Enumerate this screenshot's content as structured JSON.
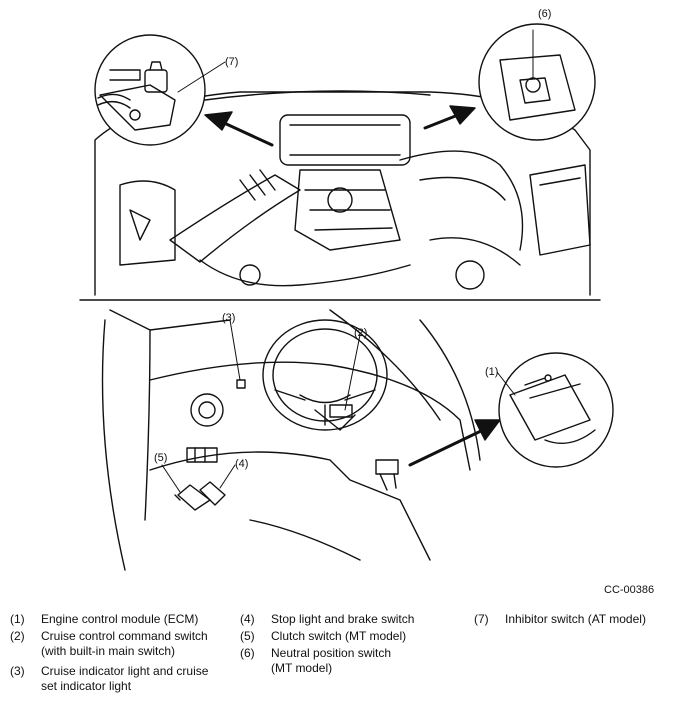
{
  "figure_id": "CC-00386",
  "callouts": {
    "c1": "(1)",
    "c2": "(2)",
    "c3": "(3)",
    "c4": "(4)",
    "c5": "(5)",
    "c6": "(6)",
    "c7": "(7)"
  },
  "legend": [
    {
      "num": "(1)",
      "text": "Engine control module (ECM)"
    },
    {
      "num": "(2)",
      "text": "Cruise control command switch\n(with built-in main switch)"
    },
    {
      "num": "(3)",
      "text": "Cruise indicator light and cruise\nset indicator light"
    },
    {
      "num": "(4)",
      "text": "Stop light and brake switch"
    },
    {
      "num": "(5)",
      "text": "Clutch switch (MT model)"
    },
    {
      "num": "(6)",
      "text": "Neutral position switch\n(MT model)"
    },
    {
      "num": "(7)",
      "text": "Inhibitor switch (AT model)"
    }
  ]
}
